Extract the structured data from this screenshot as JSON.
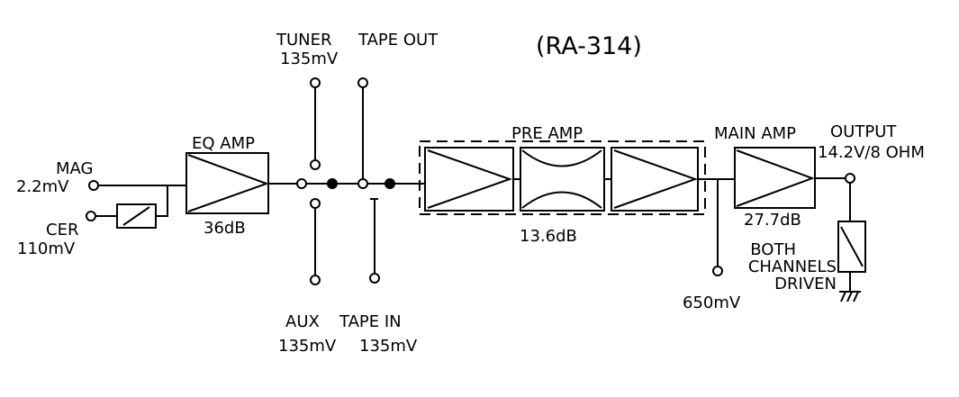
{
  "title": "(RA-314)",
  "inputs": {
    "mag": {
      "label": "MAG",
      "level": "2.2mV"
    },
    "cer": {
      "label": "CER",
      "level": "110mV"
    }
  },
  "selector": {
    "tuner": {
      "label": "TUNER",
      "level": "135mV"
    },
    "tape_out": {
      "label": "TAPE OUT"
    },
    "aux": {
      "label": "AUX",
      "level": "135mV"
    },
    "tape_in": {
      "label": "TAPE IN",
      "level": "135mV"
    }
  },
  "stages": {
    "eq_amp": {
      "label": "EQ AMP",
      "gain": "36dB"
    },
    "pre_amp": {
      "label": "PRE AMP",
      "gain": "13.6dB"
    },
    "main_amp": {
      "label": "MAIN AMP",
      "gain": "27.7dB"
    }
  },
  "pre_out": {
    "level": "650mV"
  },
  "output": {
    "label": "OUTPUT",
    "level": "14.2V/8 OHM",
    "load_note": [
      "BOTH",
      "CHANNELS",
      "DRIVEN"
    ]
  }
}
